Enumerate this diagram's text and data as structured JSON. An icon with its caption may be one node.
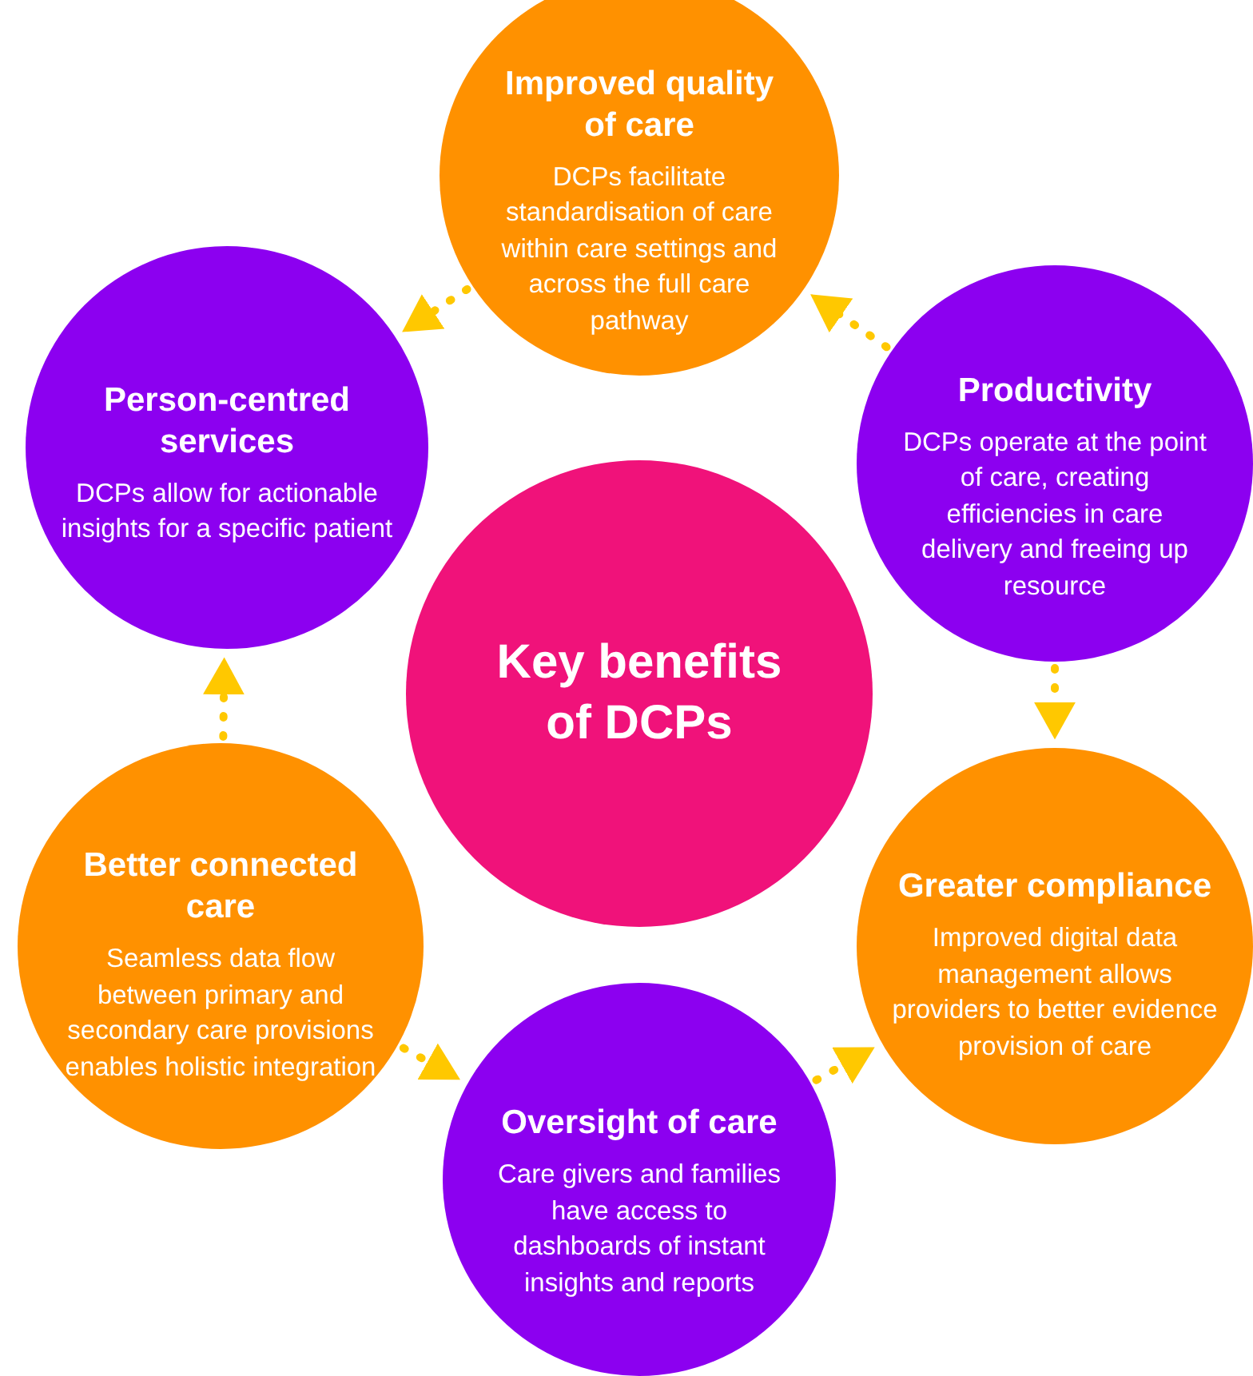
{
  "diagram": {
    "nodes": [
      {
        "text": [
          "Improved quality of care",
          "DCPs facilitate standardisation of care within care settings and across the full care pathway"
        ]
      },
      {
        "text": [
          "Person-centred services",
          "DCPs allow for actionable insights for a specific patient"
        ]
      },
      {
        "text": [
          "Productivity",
          "DCPs operate at the point of care, creating efficiencies in care delivery and freeing up resource"
        ]
      },
      {
        "text": [
          "Key benefits of DCPs"
        ]
      },
      {
        "text": [
          "Better connected care",
          "Seamless data flow between primary and secondary care provisions enables holistic integration"
        ]
      },
      {
        "text": [
          "Greater compliance",
          "Improved digital data management allows providers to better evidence provision of care"
        ]
      },
      {
        "text": [
          "Oversight of care",
          "Care givers and families have access to dashboards of instant insights and reports"
        ]
      }
    ],
    "edges": [
      {
        "from": 0,
        "to": 1,
        "arrow": "to",
        "style": "dashed"
      },
      {
        "from": 2,
        "to": 0,
        "arrow": "to",
        "style": "dashed"
      },
      {
        "from": 2,
        "to": 5,
        "arrow": "to",
        "style": "dashed"
      },
      {
        "from": 6,
        "to": 5,
        "arrow": "to",
        "style": "dashed"
      },
      {
        "from": 4,
        "to": 6,
        "arrow": "to",
        "style": "dashed"
      },
      {
        "from": 4,
        "to": 1,
        "arrow": "to",
        "style": "dashed"
      }
    ]
  }
}
